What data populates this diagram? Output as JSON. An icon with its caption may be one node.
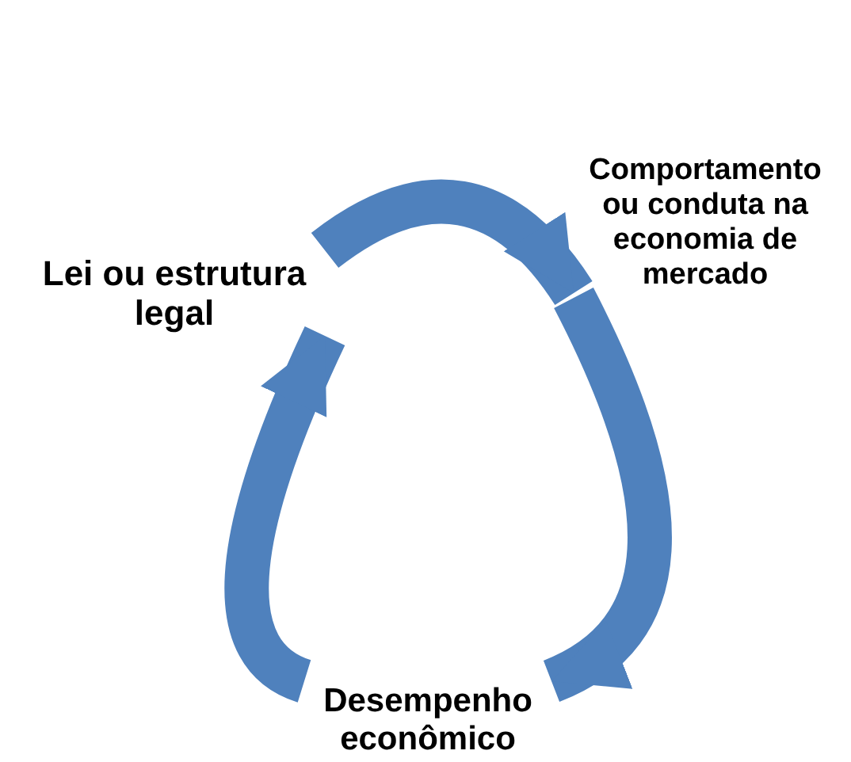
{
  "diagram": {
    "nodes": [
      {
        "text": [
          "Lei ou estrutura legal"
        ]
      },
      {
        "text": [
          "Comportamento ou conduta na economia de mercado"
        ]
      },
      {
        "text": [
          "Desempenho econômico"
        ]
      }
    ],
    "edges": [
      {
        "from": 0,
        "to": 1,
        "arrow": "to"
      },
      {
        "from": 1,
        "to": 2,
        "arrow": "to"
      },
      {
        "from": 2,
        "to": 0,
        "arrow": "to"
      }
    ]
  }
}
